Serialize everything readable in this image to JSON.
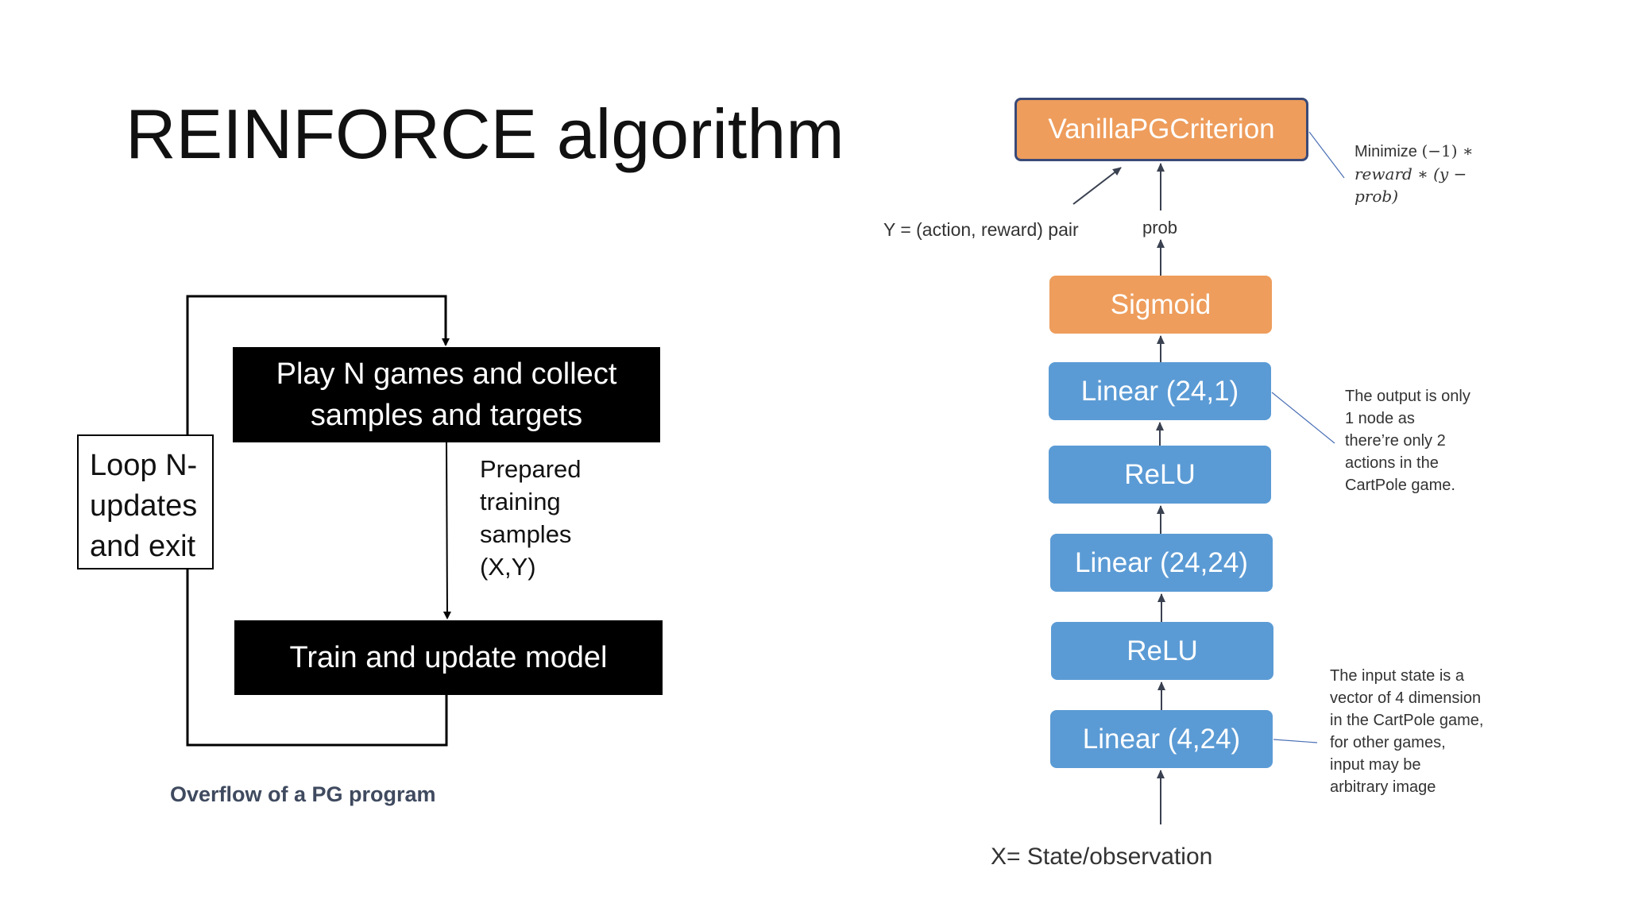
{
  "title": "REINFORCE algorithm",
  "flowchart": {
    "play_box": [
      "Play N games and collect",
      "samples and targets"
    ],
    "train_box": "Train and update model",
    "loop_box": [
      "Loop N-",
      "updates",
      "and exit"
    ],
    "prepared_label": [
      "Prepared",
      "training",
      "samples",
      "(X,Y)"
    ],
    "caption": "Overflow of a PG program"
  },
  "network": {
    "criterion": "VanillaPGCriterion",
    "layers": [
      "Sigmoid",
      "Linear (24,1)",
      "ReLU",
      "Linear (24,24)",
      "ReLU",
      "Linear (4,24)"
    ],
    "y_label": "Y =  (action, reward) pair",
    "prob_label": "prob",
    "x_label": "X= State/observation",
    "colors": {
      "orange": "#ee9d5c",
      "blue": "#5b9bd5",
      "border": "#3a4a78"
    }
  },
  "notes": {
    "minimize": {
      "prefix": "Minimize ",
      "line1_math": "(−1) ∗",
      "line2_math": "reward ∗ (y −",
      "line3_math": "prob)"
    },
    "output": [
      "The output is only",
      "1 node as",
      "there’re only 2",
      "actions in the",
      "CartPole game."
    ],
    "input": [
      "The input state is a",
      "vector of 4 dimension",
      "in the CartPole game,",
      "for other games,",
      "input may be",
      "arbitrary image"
    ]
  }
}
